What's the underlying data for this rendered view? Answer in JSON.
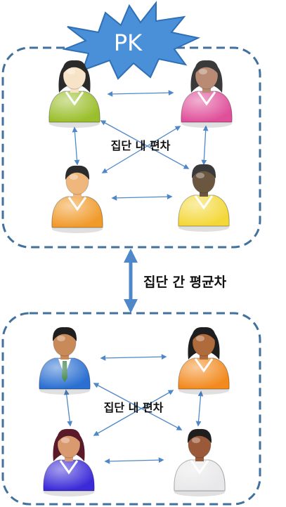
{
  "badge": {
    "text": "PK"
  },
  "groups": [
    {
      "id": "top",
      "inner_label": "집단 내 편차",
      "people": [
        {
          "position": "top-left",
          "skin": "#f6e3c8",
          "hair": "#2a2a2a",
          "shirt": "#9bbf2c",
          "style": "woman"
        },
        {
          "position": "top-right",
          "skin": "#b98b74",
          "hair": "#3a3a3a",
          "shirt": "#e0509a",
          "style": "woman"
        },
        {
          "position": "bottom-left",
          "skin": "#f0b77d",
          "hair": "#2b2b2b",
          "shirt": "#f09a2a",
          "style": "man"
        },
        {
          "position": "bottom-right",
          "skin": "#6b5640",
          "hair": "#3a3a3a",
          "shirt": "#f4d83a",
          "style": "man"
        }
      ]
    },
    {
      "id": "bottom",
      "inner_label": "집단 내 편차",
      "people": [
        {
          "position": "top-left",
          "skin": "#c98a5a",
          "hair": "#1f1f1f",
          "shirt": "#2a6fd1",
          "style": "suit"
        },
        {
          "position": "top-right",
          "skin": "#b06b3c",
          "hair": "#1e1e1e",
          "shirt": "#f28a1e",
          "style": "woman"
        },
        {
          "position": "bottom-left",
          "skin": "#d99a70",
          "hair": "#5a1a2a",
          "shirt": "#3a2ad8",
          "style": "woman"
        },
        {
          "position": "bottom-right",
          "skin": "#9a5a3a",
          "hair": "#1e1e1e",
          "shirt": "#e8e8ea",
          "style": "man"
        }
      ]
    }
  ],
  "between_label": "집단 간 평균차",
  "colors": {
    "frame": "#41719c",
    "arrow": "#4f88c8",
    "burst": "#4a90d9",
    "burst_stroke": "#2f6fb5"
  }
}
